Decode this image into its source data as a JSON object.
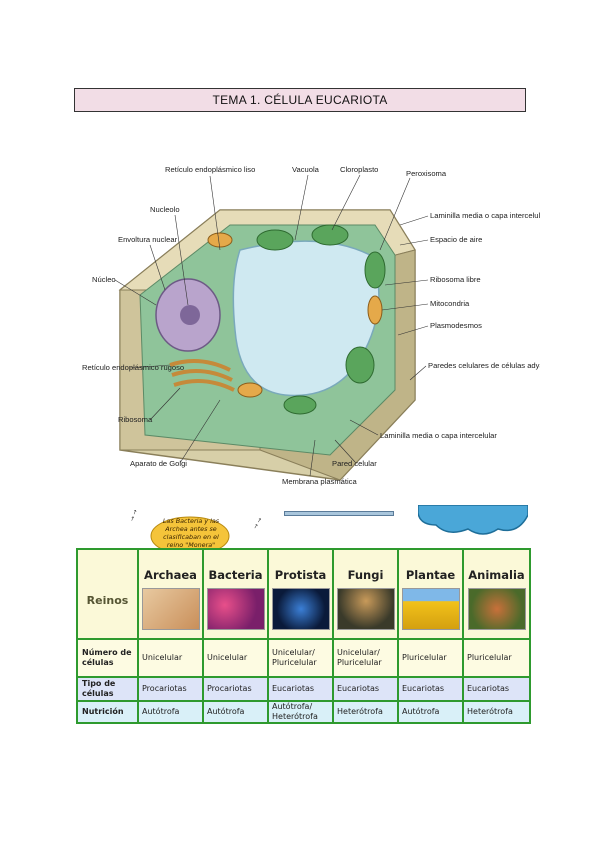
{
  "title": "TEMA 1. CÉLULA EUCARIOTA",
  "diagram_labels": {
    "reticulo_liso": "Retículo endoplásmico liso",
    "vacuola": "Vacuola",
    "cloroplasto": "Cloroplasto",
    "peroxisoma": "Peroxisoma",
    "nucleolo": "Nucleolo",
    "laminilla_media_top": "Laminilla media o capa intercelular",
    "espacio_aire": "Espacio de aire",
    "envoltura_nuclear": "Envoltura nuclear",
    "nucleo": "Núcleo",
    "ribosoma_libre": "Ribosoma libre",
    "mitocondria": "Mitocondria",
    "plasmodesmos": "Plasmodesmos",
    "reticulo_rugoso": "Retículo endoplásmico rugoso",
    "paredes_celulares": "Paredes celulares de células adyacentes",
    "ribosoma": "Ribosoma",
    "laminilla_media_bottom": "Laminilla media o capa intercelular",
    "aparato_golgi": "Aparato de Golgi",
    "pared_celular": "Pared celular",
    "membrana_plasmatica": "Membrana plasmática"
  },
  "note": {
    "text": "Las Bacteria y las Archea antes se clasificaban en el reino \"Monera\""
  },
  "table": {
    "header_label": "Reinos",
    "kingdoms": [
      "Archaea",
      "Bacteria",
      "Protista",
      "Fungi",
      "Plantae",
      "Animalia"
    ],
    "row_labels": [
      "Número de células",
      "Tipo de células",
      "Nutrición"
    ],
    "rows": [
      [
        "Unicelular",
        "Unicelular",
        "Unicelular/ Pluricelular",
        "Unicelular/ Pluricelular",
        "Pluricelular",
        "Pluricelular"
      ],
      [
        "Procariotas",
        "Procariotas",
        "Eucariotas",
        "Eucariotas",
        "Eucariotas",
        "Eucariotas"
      ],
      [
        "Autótrofa",
        "Autótrofa",
        "Autótrofa/ Heterótrofa",
        "Heterótrofa",
        "Autótrofa",
        "Heterótrofa"
      ]
    ]
  },
  "colors": {
    "title_bg": "#f2dde6",
    "table_border": "#2e9a2e",
    "note_bg": "#f5c43a"
  }
}
